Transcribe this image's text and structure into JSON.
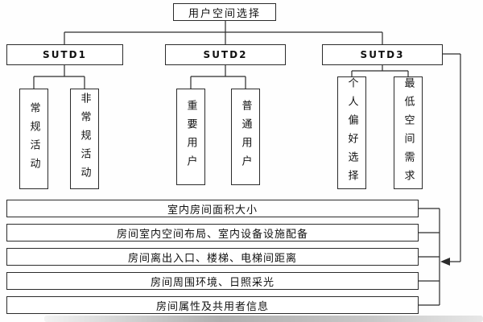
{
  "diagram": {
    "root": "用户空间选择",
    "groups": [
      {
        "label": "SUTD1",
        "children": [
          "常规活动",
          "非常规活动"
        ]
      },
      {
        "label": "SUTD2",
        "children": [
          "重要用户",
          "普通用户"
        ]
      },
      {
        "label": "SUTD3",
        "children": [
          "个人偏好选择",
          "最低空间需求"
        ]
      }
    ],
    "criteria": [
      "室内房间面积大小",
      "房间室内空间布局、室内设备设施配备",
      "房间离出入口、楼梯、电梯间距离",
      "房间周围环境、日照采光",
      "房间属性及共用者信息"
    ],
    "line_color": "#2b2b2b"
  }
}
